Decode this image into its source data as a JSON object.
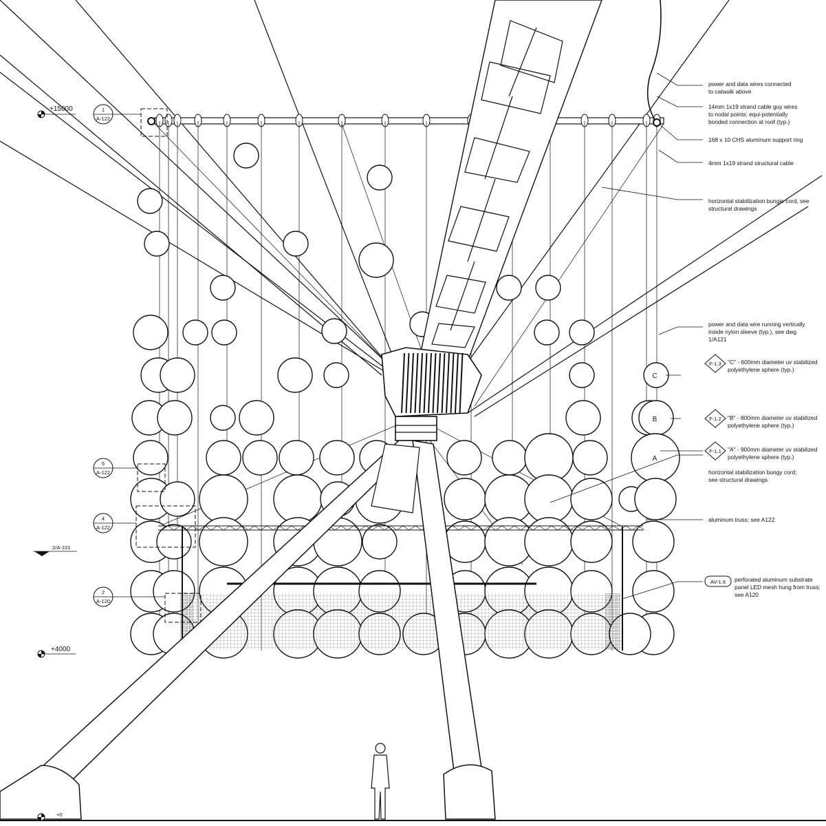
{
  "levels": {
    "top": "+15000",
    "mid": "+4000",
    "ground": "+0",
    "section_ref": "2/A-101"
  },
  "detail_refs": [
    {
      "num": "1",
      "sheet": "A-122"
    },
    {
      "num": "5",
      "sheet": "A-122"
    },
    {
      "num": "4",
      "sheet": "A-122"
    },
    {
      "num": "2",
      "sheet": "A-120"
    }
  ],
  "sphere_letters": {
    "a": "A",
    "b": "B",
    "c": "C"
  },
  "notes": {
    "power_wires_1": "power and data wires connected",
    "power_wires_2": "to catwalk above",
    "guy_wires_1": "14mm 1x19 strand cable guy wires",
    "guy_wires_2": "to nodal points; equi-potentially",
    "guy_wires_3": "bonded connection at roof (typ.)",
    "support_ring": "168 x 10 CHS aluminum support ring",
    "structural_cable": "4mm 1x19 strand structural cable",
    "bungie_1": "horizontal stabilization bungie cord, see",
    "bungie_2": "structural drawings",
    "vertical_wire_1": "power and data wire running vertically",
    "vertical_wire_2": "inside nylon sleeve (typ.), see dwg",
    "vertical_wire_3": "1/A121",
    "sphere_c_tag": "F-1.3",
    "sphere_c_1": "\"C\" - 600mm diameter uv stabilized",
    "sphere_c_2": "polyethylene sphere (typ.)",
    "sphere_b_tag": "F-1.2",
    "sphere_b_1": "\"B\" - 800mm diameter uv stabilized",
    "sphere_b_2": "polyethylene sphere (typ.)",
    "sphere_a_tag": "F-1.1",
    "sphere_a_1": "\"A\" - 900mm diameter uv stabilized",
    "sphere_a_2": "polyethylene sphere (typ.)",
    "bungy_1": "horizontal stabilization bungy cord;",
    "bungy_2": "see structural drawings",
    "truss": "aluminum truss; see A122",
    "panel_tag": "AV-1.6",
    "panel_1": "perforated aluminum substrate",
    "panel_2": "panel LED mesh hung from truss;",
    "panel_3": "see A120"
  }
}
